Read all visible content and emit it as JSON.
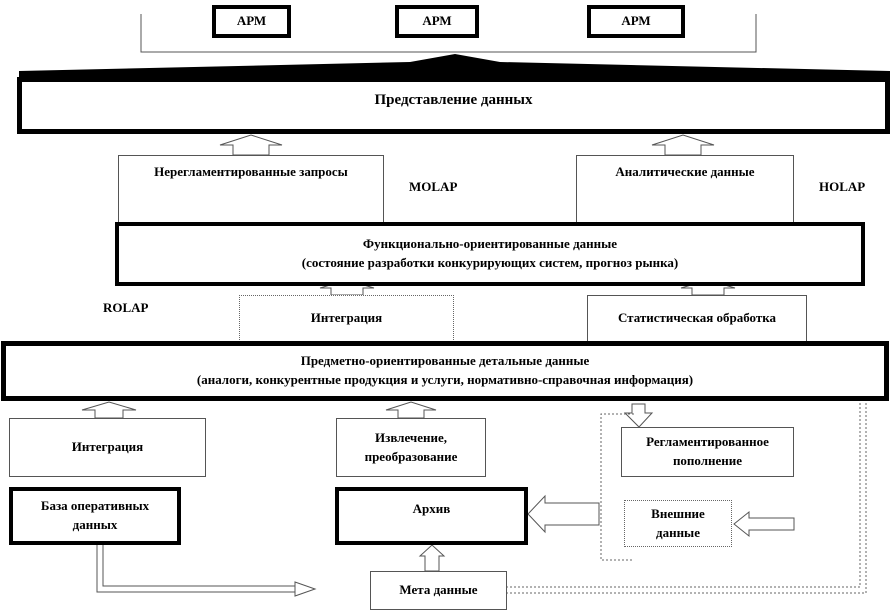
{
  "arm": [
    "АРМ",
    "АРМ",
    "АРМ"
  ],
  "presentation": "Представление данных",
  "unregulated_queries": "Нерегламентированные запросы",
  "analytical_data": "Аналитические данные",
  "molap": "MOLAP",
  "holap": "HOLAP",
  "rolap": "ROLAP",
  "functional": {
    "line1": "Функционально-ориентированные данные",
    "line2": "(состояние разработки конкурирующих  систем, прогноз рынка)"
  },
  "integration_top": "Интеграция",
  "statistical_processing": "Статистическая обработка",
  "subject": {
    "line1": "Предметно-ориентированные детальные данные",
    "line2": "(аналоги, конкурентные продукция и услуги,  нормативно-справочная информация)"
  },
  "integration_bottom": "Интеграция",
  "extraction": {
    "line1": "Извлечение,",
    "line2": "преобразование"
  },
  "regulated": {
    "line1": "Регламентированное",
    "line2": "пополнение"
  },
  "operational_db": {
    "line1": "База оперативных",
    "line2": "данных"
  },
  "archive": "Архив",
  "external": {
    "line1": "Внешние",
    "line2": "данные"
  },
  "metadata": "Мета данные"
}
